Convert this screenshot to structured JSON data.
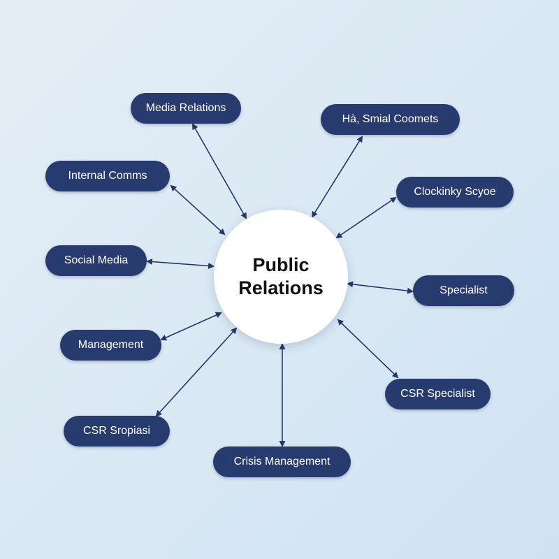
{
  "hub": {
    "line1": "Public",
    "line2": "Relations"
  },
  "nodes": [
    {
      "label": "Media Relations"
    },
    {
      "label": "Hà, Smial Coomets"
    },
    {
      "label": "Internal Comms"
    },
    {
      "label": "Clockinky Scyoe"
    },
    {
      "label": "Social Media"
    },
    {
      "label": "Specialist"
    },
    {
      "label": "Management"
    },
    {
      "label": "CSR Specialist"
    },
    {
      "label": "CSR Sropiasi"
    },
    {
      "label": "Crisis Management"
    }
  ],
  "colors": {
    "node_fill": "#283b6e",
    "node_text": "#ffffff",
    "hub_fill": "#ffffff",
    "hub_text": "#111111",
    "connector": "#26366b"
  }
}
